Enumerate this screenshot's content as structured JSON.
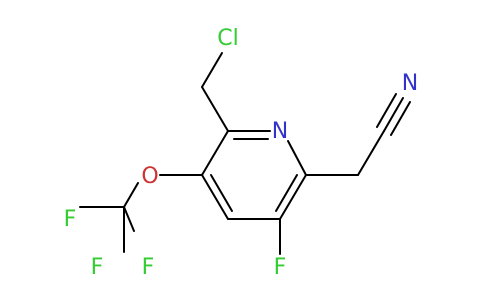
{
  "molecule": {
    "atoms": {
      "cl": {
        "label": "Cl",
        "color": "#33cc33"
      },
      "n_ring": {
        "label": "N",
        "color": "#3333cc"
      },
      "n_nitrile": {
        "label": "N",
        "color": "#3333cc"
      },
      "o": {
        "label": "O",
        "color": "#cc3333"
      },
      "f_ring": {
        "label": "F",
        "color": "#33cc33"
      },
      "f1": {
        "label": "F",
        "color": "#33cc33"
      },
      "f2": {
        "label": "F",
        "color": "#33cc33"
      },
      "f3": {
        "label": "F",
        "color": "#33cc33"
      }
    },
    "bond_color": "#000000"
  }
}
